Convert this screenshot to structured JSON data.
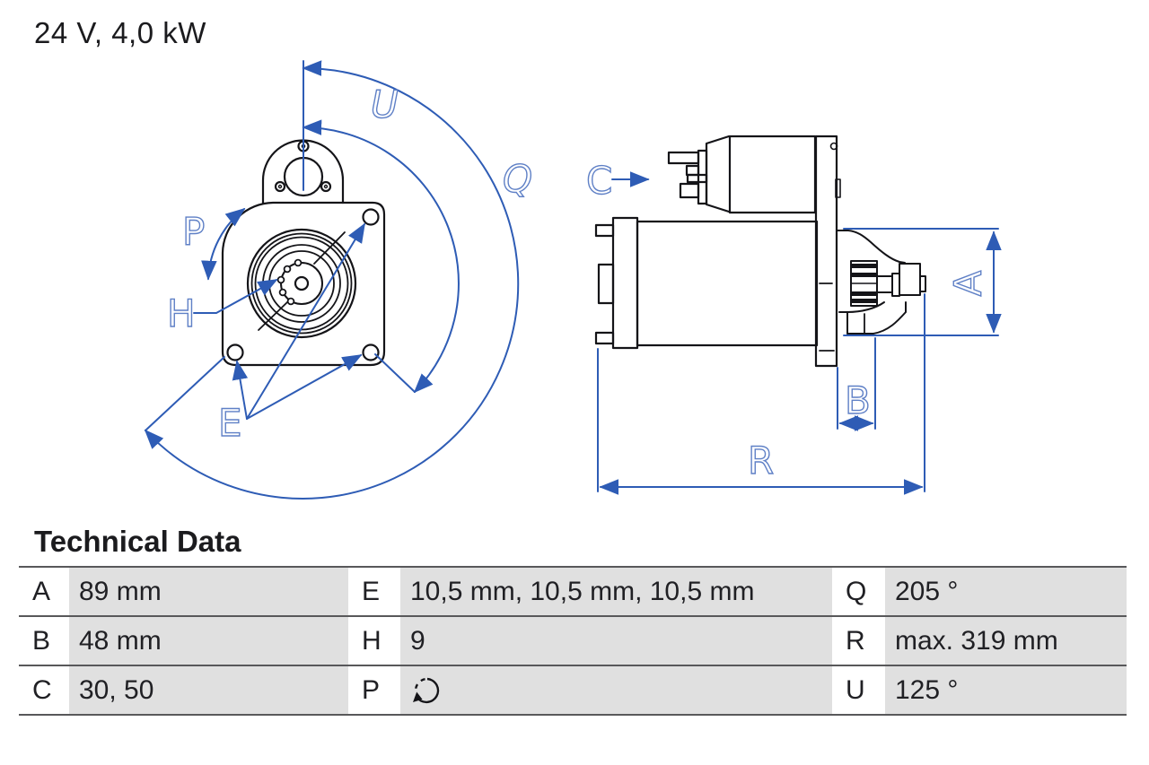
{
  "title": "24 V, 4,0 kW",
  "section_heading": "Technical Data",
  "diagram": {
    "front_view_labels": {
      "U": "U",
      "Q": "Q",
      "P": "P",
      "H": "H",
      "E": "E"
    },
    "side_view_labels": {
      "C": "C",
      "A": "A",
      "B": "B",
      "R": "R"
    }
  },
  "technical_data": {
    "rows": [
      {
        "c1": {
          "key": "A",
          "value": "89 mm"
        },
        "c2": {
          "key": "E",
          "value": "10,5 mm, 10,5 mm, 10,5 mm"
        },
        "c3": {
          "key": "Q",
          "value": "205 °"
        }
      },
      {
        "c1": {
          "key": "B",
          "value": "48 mm"
        },
        "c2": {
          "key": "H",
          "value": "9"
        },
        "c3": {
          "key": "R",
          "value": "max. 319 mm"
        }
      },
      {
        "c1": {
          "key": "C",
          "value": "30, 50"
        },
        "c2": {
          "key": "P",
          "value": ""
        },
        "c3": {
          "key": "U",
          "value": "125 °"
        }
      }
    ],
    "p_icon": "rotation-direction-icon"
  },
  "colors": {
    "dimension_blue": "#2e5cb5",
    "cad_label_blue": "#5f80c6",
    "part_line_dark": "#141418",
    "cell_gray": "#e0e0e0",
    "table_rule": "#58585a",
    "text": "#1b1b1e"
  }
}
